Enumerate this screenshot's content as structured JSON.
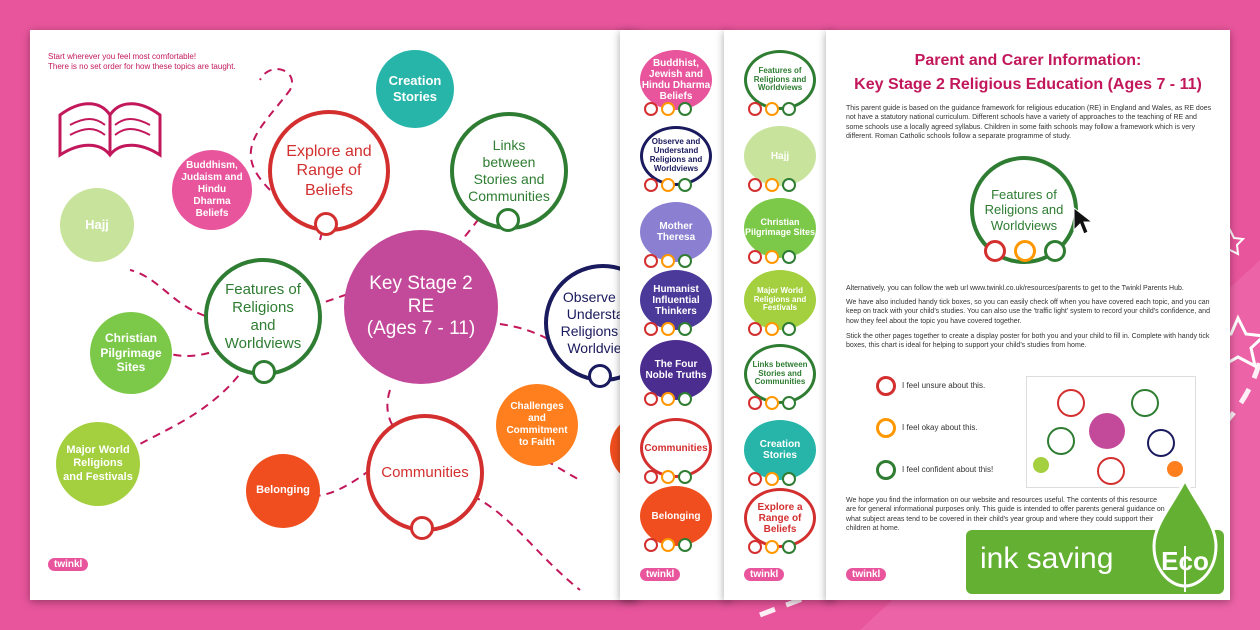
{
  "colors": {
    "background": "#e8559c",
    "magenta": "#c2185b",
    "green": "#2e7d32",
    "red": "#d32f2f",
    "navy": "#1a1a5e",
    "teal": "#26b5a8",
    "orange": "#ff7f1e",
    "eco": "#64b033"
  },
  "poster": {
    "intro_line1": "Start wherever you feel most comfortable!",
    "intro_line2": "There is no set order for how these topics are taught.",
    "center_line1": "Key Stage 2",
    "center_line2": "RE",
    "center_line3": "(Ages 7 - 11)",
    "explore": "Explore and Range of Beliefs",
    "links": "Links between Stories and Communities",
    "features": "Features of Religions and Worldviews",
    "observe": "Observe and Understand Religions and Worldviews",
    "communities": "Communities",
    "creation": "Creation Stories",
    "buddhism": "Buddhism, Judaism and Hindu Dharma Beliefs",
    "hajj": "Hajj",
    "christian": "Christian Pilgrimage Sites",
    "major": "Major World Religions and Festivals",
    "belonging": "Belonging",
    "challenges": "Challenges and Commitment to Faith",
    "logo": "twinkl"
  },
  "page2": {
    "items": [
      "Buddhist, Jewish and Hindu Dharma Beliefs",
      "Observe and Understand Religions and Worldviews",
      "Mother Theresa",
      "Humanist Influential Thinkers",
      "The Four Noble Truths",
      "Communities",
      "Belonging"
    ],
    "logo": "twinkl"
  },
  "page3": {
    "items": [
      "Features of Religions and Worldviews",
      "Hajj",
      "Christian Pilgrimage Sites",
      "Major World Religions and Festivals",
      "Links between Stories and Communities",
      "Creation Stories",
      "Explore a Range of Beliefs"
    ],
    "logo": "twinkl"
  },
  "page4": {
    "title_line1": "Parent and Carer Information:",
    "title_line2": "Key Stage 2 Religious Education (Ages 7 - 11)",
    "para1": "This parent guide is based on the guidance framework for religious education (RE) in England and Wales, as RE does not have a statutory national curriculum. Different schools have a variety of approaches to the teaching of RE and some schools use a locally agreed syllabus. Children in some faith schools may follow a framework which is very different. Roman Catholic schools follow a separate programme of study.",
    "example_circle": "Features of Religions and Worldviews",
    "para2": "Alternatively, you can follow the web url www.twinkl.co.uk/resources/parents to get to the Twinkl Parents Hub.",
    "para3": "We have also included handy tick boxes, so you can easily check off when you have covered each topic, and you can keep on track with your child's studies. You can also use the 'traffic light' system to record your child's confidence, and how they feel about the topic you have covered together.",
    "para4": "Stick the other pages together to create a display poster for both you and your child to fill in. Complete with handy tick boxes, this chart is ideal for helping to support your child's studies from home.",
    "legend_unsure": "I feel unsure about this.",
    "legend_okay": "I feel okay about this.",
    "legend_confident": "I feel confident about this!",
    "para5": "We hope you find the information on our website and resources useful. The contents of this resource are for general informational purposes only. This guide is intended to offer parents general guidance on what subject areas tend to be covered in their child's year group and where they could support their children at home.",
    "logo": "twinkl"
  },
  "eco_badge": {
    "label": "ink saving",
    "eco": "Eco"
  }
}
